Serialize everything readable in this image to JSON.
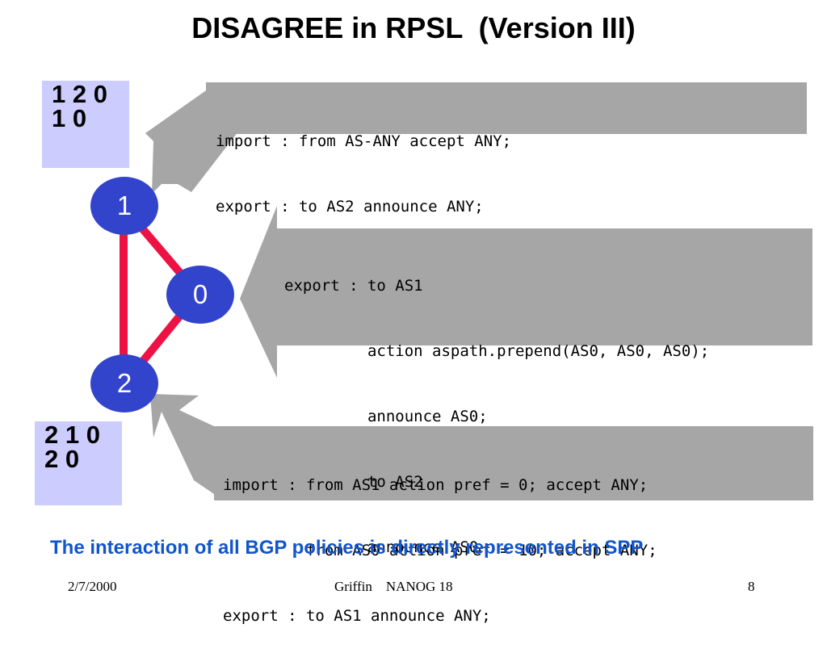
{
  "title": "DISAGREE in RPSL  (Version III)",
  "colors": {
    "node_fill": "#3344cc",
    "edge": "#ee1144",
    "box_gray": "#a6a6a6",
    "path_box": "#ccccff",
    "caption": "#1155cc"
  },
  "nodes": {
    "n1": "1",
    "n0": "0",
    "n2": "2"
  },
  "path_lists": {
    "node1": [
      "1 2 0",
      "1 0"
    ],
    "node2": [
      "2 1 0",
      "2 0"
    ]
  },
  "policies": {
    "node1": [
      "import : from AS-ANY accept ANY;",
      "export : to AS2 announce ANY;"
    ],
    "node0": [
      "export : to AS1",
      "         action aspath.prepend(AS0, AS0, AS0);",
      "         announce AS0;",
      "         to AS2",
      "         announce AS0"
    ],
    "node2": [
      "import : from AS1 action pref = 0; accept ANY;",
      "         from AS0 action pref = 10; accept ANY;",
      "export : to AS1 announce ANY;"
    ]
  },
  "caption": "The interaction of all BGP policies is directly represented in SPP",
  "footer": {
    "date": "2/7/2000",
    "center": "Griffin    NANOG 18",
    "page": "8"
  }
}
